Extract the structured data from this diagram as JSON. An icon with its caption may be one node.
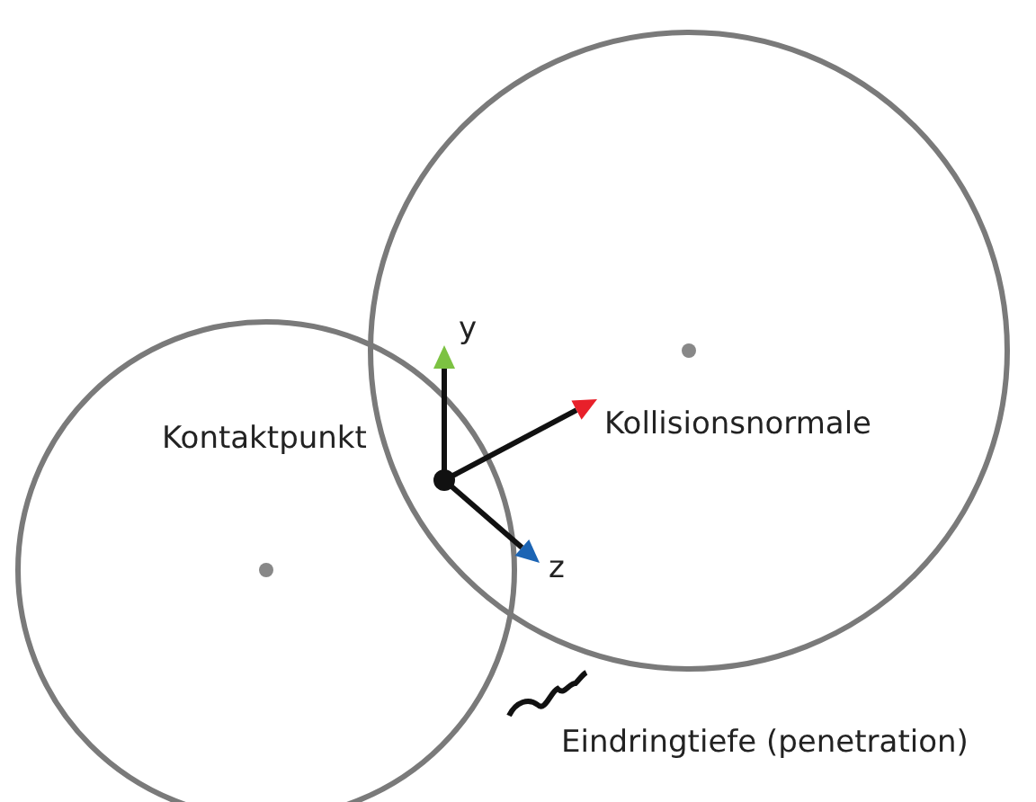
{
  "diagram": {
    "labels": [
      "y",
      "Kontaktpunkt",
      "Kollisionsnormale",
      "z",
      "Eindringtiefe (penetration)"
    ]
  }
}
